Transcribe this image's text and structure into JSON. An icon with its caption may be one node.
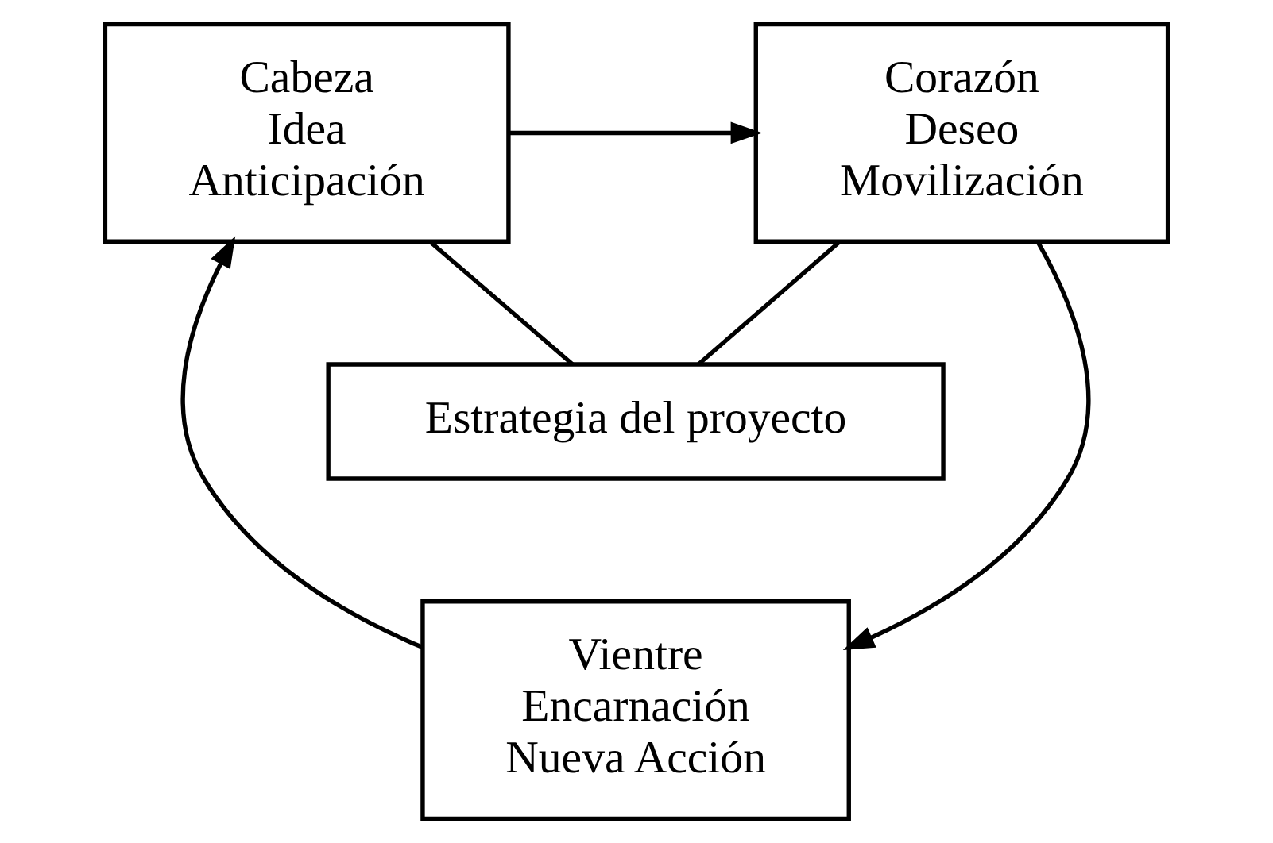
{
  "diagram": {
    "nodes": [
      {
        "text": [
          "Cabeza",
          "Idea",
          "Anticipación"
        ]
      },
      {
        "text": [
          "Corazón",
          "Deseo",
          "Movilización"
        ]
      },
      {
        "text": [
          "Estrategia del proyecto"
        ]
      },
      {
        "text": [
          "Vientre",
          "Encarnación",
          "Nueva Acción"
        ]
      }
    ],
    "edges": [
      {
        "from": 0,
        "to": 1,
        "arrow": "to"
      },
      {
        "from": 0,
        "to": 2,
        "arrow": "none"
      },
      {
        "from": 1,
        "to": 2,
        "arrow": "none"
      },
      {
        "from": 1,
        "to": 3,
        "arrow": "to"
      },
      {
        "from": 3,
        "to": 0,
        "arrow": "to"
      }
    ]
  }
}
